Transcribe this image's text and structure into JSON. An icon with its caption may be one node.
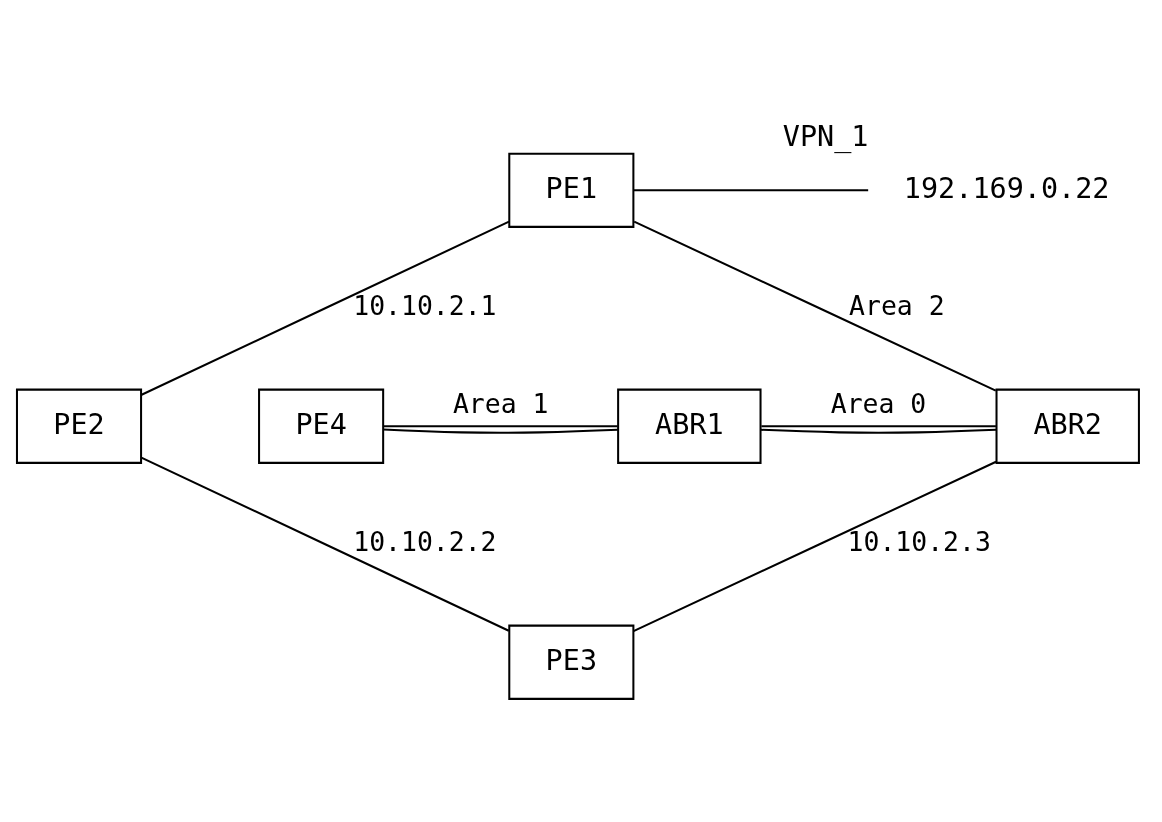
{
  "diagram": {
    "nodes": [
      {
        "text": [
          "PE1"
        ]
      },
      {
        "text": [
          "192.169.0.22"
        ],
        "beside": [
          "VPN_1"
        ]
      },
      {
        "text": [
          "PE4"
        ]
      },
      {
        "text": [
          "ABR1"
        ]
      },
      {
        "text": [
          "ABR2"
        ]
      },
      {
        "text": [
          "PE2"
        ]
      },
      {
        "text": [
          "PE3"
        ]
      }
    ],
    "edges": [
      {
        "from": 3,
        "to": 4,
        "arrow": "none",
        "label": "Area 0"
      },
      {
        "from": 2,
        "to": 3,
        "arrow": "none",
        "label": "Area 1"
      },
      {
        "from": 4,
        "to": 0,
        "arrow": "none",
        "label": "Area 2"
      },
      {
        "from": 0,
        "to": 1,
        "arrow": "none"
      },
      {
        "from": 0,
        "to": 5,
        "arrow": "none",
        "label": "10.10.2.1"
      },
      {
        "from": 5,
        "to": 6,
        "arrow": "none",
        "label": "10.10.2.2"
      },
      {
        "from": 6,
        "to": 4,
        "arrow": "none",
        "label": "10.10.2.3"
      },
      {
        "from": 2,
        "to": 3,
        "arrow": "none"
      },
      {
        "from": 3,
        "to": 4,
        "arrow": "none"
      }
    ]
  }
}
